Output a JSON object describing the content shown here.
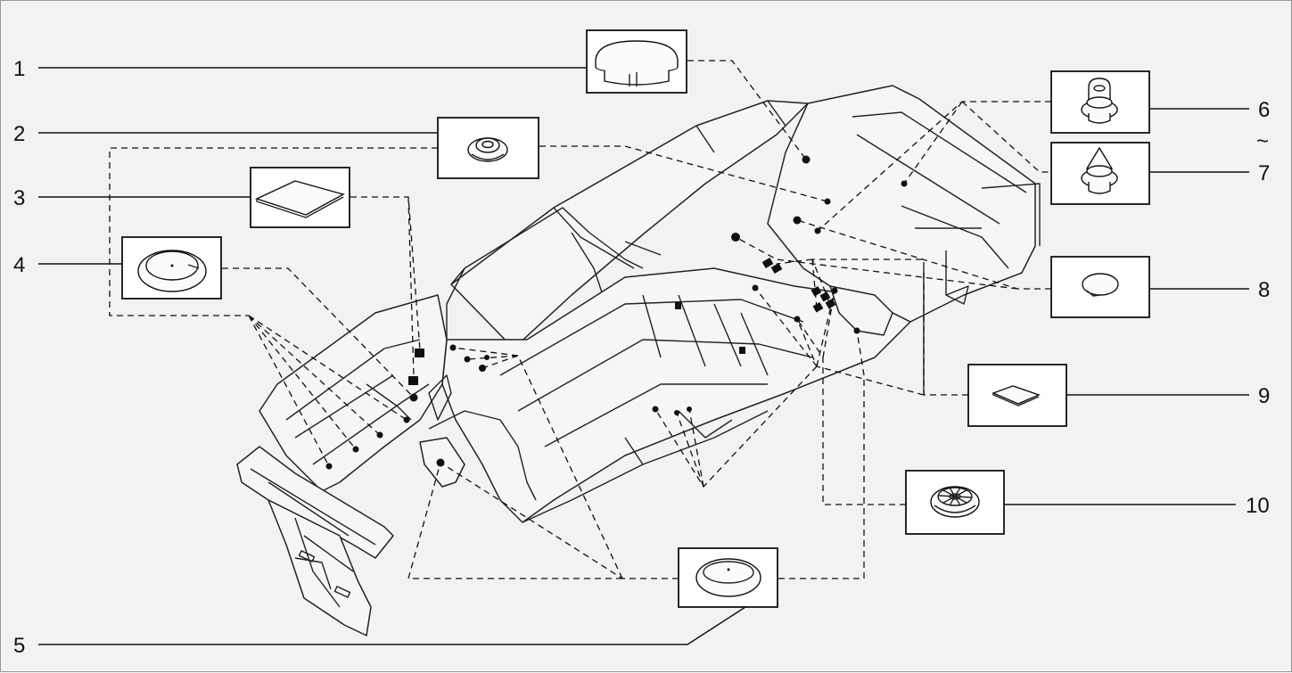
{
  "diagram": {
    "callouts": [
      {
        "id": "1",
        "label": "1"
      },
      {
        "id": "2",
        "label": "2"
      },
      {
        "id": "3",
        "label": "3"
      },
      {
        "id": "4",
        "label": "4"
      },
      {
        "id": "5",
        "label": "5"
      },
      {
        "id": "6",
        "label": "6"
      },
      {
        "id": "7",
        "label": "7"
      },
      {
        "id": "8",
        "label": "8"
      },
      {
        "id": "9",
        "label": "9"
      },
      {
        "id": "10",
        "label": "10"
      }
    ],
    "range_symbol": "~",
    "parts": [
      {
        "callout": "1",
        "icon": "large-plug-icon"
      },
      {
        "callout": "2",
        "icon": "small-grommet-icon"
      },
      {
        "callout": "3",
        "icon": "square-patch-icon"
      },
      {
        "callout": "4",
        "icon": "round-plug-icon"
      },
      {
        "callout": "5",
        "icon": "flat-round-plug-icon"
      },
      {
        "callout": "6",
        "icon": "rounded-push-clip-icon"
      },
      {
        "callout": "7",
        "icon": "pointed-push-clip-icon"
      },
      {
        "callout": "8",
        "icon": "oval-plug-icon"
      },
      {
        "callout": "9",
        "icon": "small-patch-icon"
      },
      {
        "callout": "10",
        "icon": "ribbed-plug-icon"
      }
    ],
    "colors": {
      "line": "#111111",
      "background": "#f2f2f2",
      "box": "#ffffff"
    }
  }
}
